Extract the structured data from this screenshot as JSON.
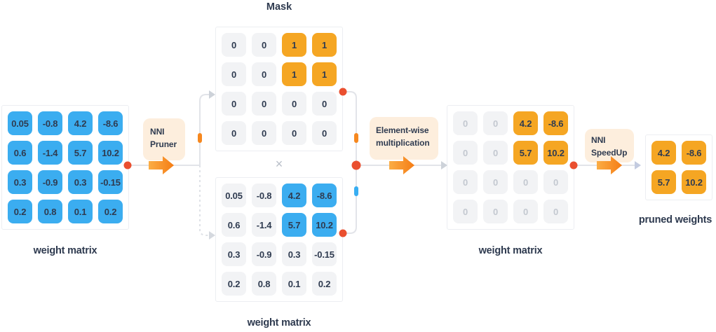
{
  "titles": {
    "mask": "Mask"
  },
  "labels": {
    "left_matrix": "weight matrix",
    "middle_matrix": "weight matrix",
    "result_matrix": "weight matrix",
    "pruned_matrix": "pruned weights",
    "multiply": "×"
  },
  "process_boxes": {
    "pruner": "NNI Pruner",
    "elementwise": "Element-wise multiplication",
    "speedup": "NNI SpeedUp"
  },
  "matrices": {
    "weight_input": {
      "values": [
        [
          "0.05",
          "-0.8",
          "4.2",
          "-8.6"
        ],
        [
          "0.6",
          "-1.4",
          "5.7",
          "10.2"
        ],
        [
          "0.3",
          "-0.9",
          "0.3",
          "-0.15"
        ],
        [
          "0.2",
          "0.8",
          "0.1",
          "0.2"
        ]
      ],
      "styles": [
        [
          "b",
          "b",
          "b",
          "b"
        ],
        [
          "b",
          "b",
          "b",
          "b"
        ],
        [
          "b",
          "b",
          "b",
          "b"
        ],
        [
          "b",
          "b",
          "b",
          "b"
        ]
      ]
    },
    "mask": {
      "values": [
        [
          "0",
          "0",
          "1",
          "1"
        ],
        [
          "0",
          "0",
          "1",
          "1"
        ],
        [
          "0",
          "0",
          "0",
          "0"
        ],
        [
          "0",
          "0",
          "0",
          "0"
        ]
      ],
      "styles": [
        [
          "g",
          "g",
          "o",
          "o"
        ],
        [
          "g",
          "g",
          "o",
          "o"
        ],
        [
          "g",
          "g",
          "g",
          "g"
        ],
        [
          "g",
          "g",
          "g",
          "g"
        ]
      ]
    },
    "weight_copy": {
      "values": [
        [
          "0.05",
          "-0.8",
          "4.2",
          "-8.6"
        ],
        [
          "0.6",
          "-1.4",
          "5.7",
          "10.2"
        ],
        [
          "0.3",
          "-0.9",
          "0.3",
          "-0.15"
        ],
        [
          "0.2",
          "0.8",
          "0.1",
          "0.2"
        ]
      ],
      "styles": [
        [
          "g",
          "g",
          "b",
          "b"
        ],
        [
          "g",
          "g",
          "b",
          "b"
        ],
        [
          "g",
          "g",
          "g",
          "g"
        ],
        [
          "g",
          "g",
          "g",
          "g"
        ]
      ]
    },
    "weight_masked": {
      "values": [
        [
          "0",
          "0",
          "4.2",
          "-8.6"
        ],
        [
          "0",
          "0",
          "5.7",
          "10.2"
        ],
        [
          "0",
          "0",
          "0",
          "0"
        ],
        [
          "0",
          "0",
          "0",
          "0"
        ]
      ],
      "styles": [
        [
          "m",
          "m",
          "o",
          "o"
        ],
        [
          "m",
          "m",
          "o",
          "o"
        ],
        [
          "m",
          "m",
          "m",
          "m"
        ],
        [
          "m",
          "m",
          "m",
          "m"
        ]
      ]
    },
    "pruned": {
      "values": [
        [
          "4.2",
          "-8.6"
        ],
        [
          "5.7",
          "10.2"
        ]
      ],
      "styles": [
        [
          "o",
          "o"
        ],
        [
          "o",
          "o"
        ]
      ]
    }
  },
  "colors": {
    "cell_blue": "#3BADF0",
    "cell_orange": "#F5A623",
    "cell_gray": "#F2F3F5",
    "muted_text": "#C3C8D0",
    "dark_text": "#2F3B50",
    "process_box_bg": "#FDEEDD",
    "connector_line": "#E2E4E9",
    "connector_dot_red": "#EA4F2F",
    "marker_orange": "#F6881F",
    "marker_blue": "#38AEF2",
    "arrow_gradient_start": "#FBAD45",
    "arrow_gradient_end": "#F57D15"
  }
}
